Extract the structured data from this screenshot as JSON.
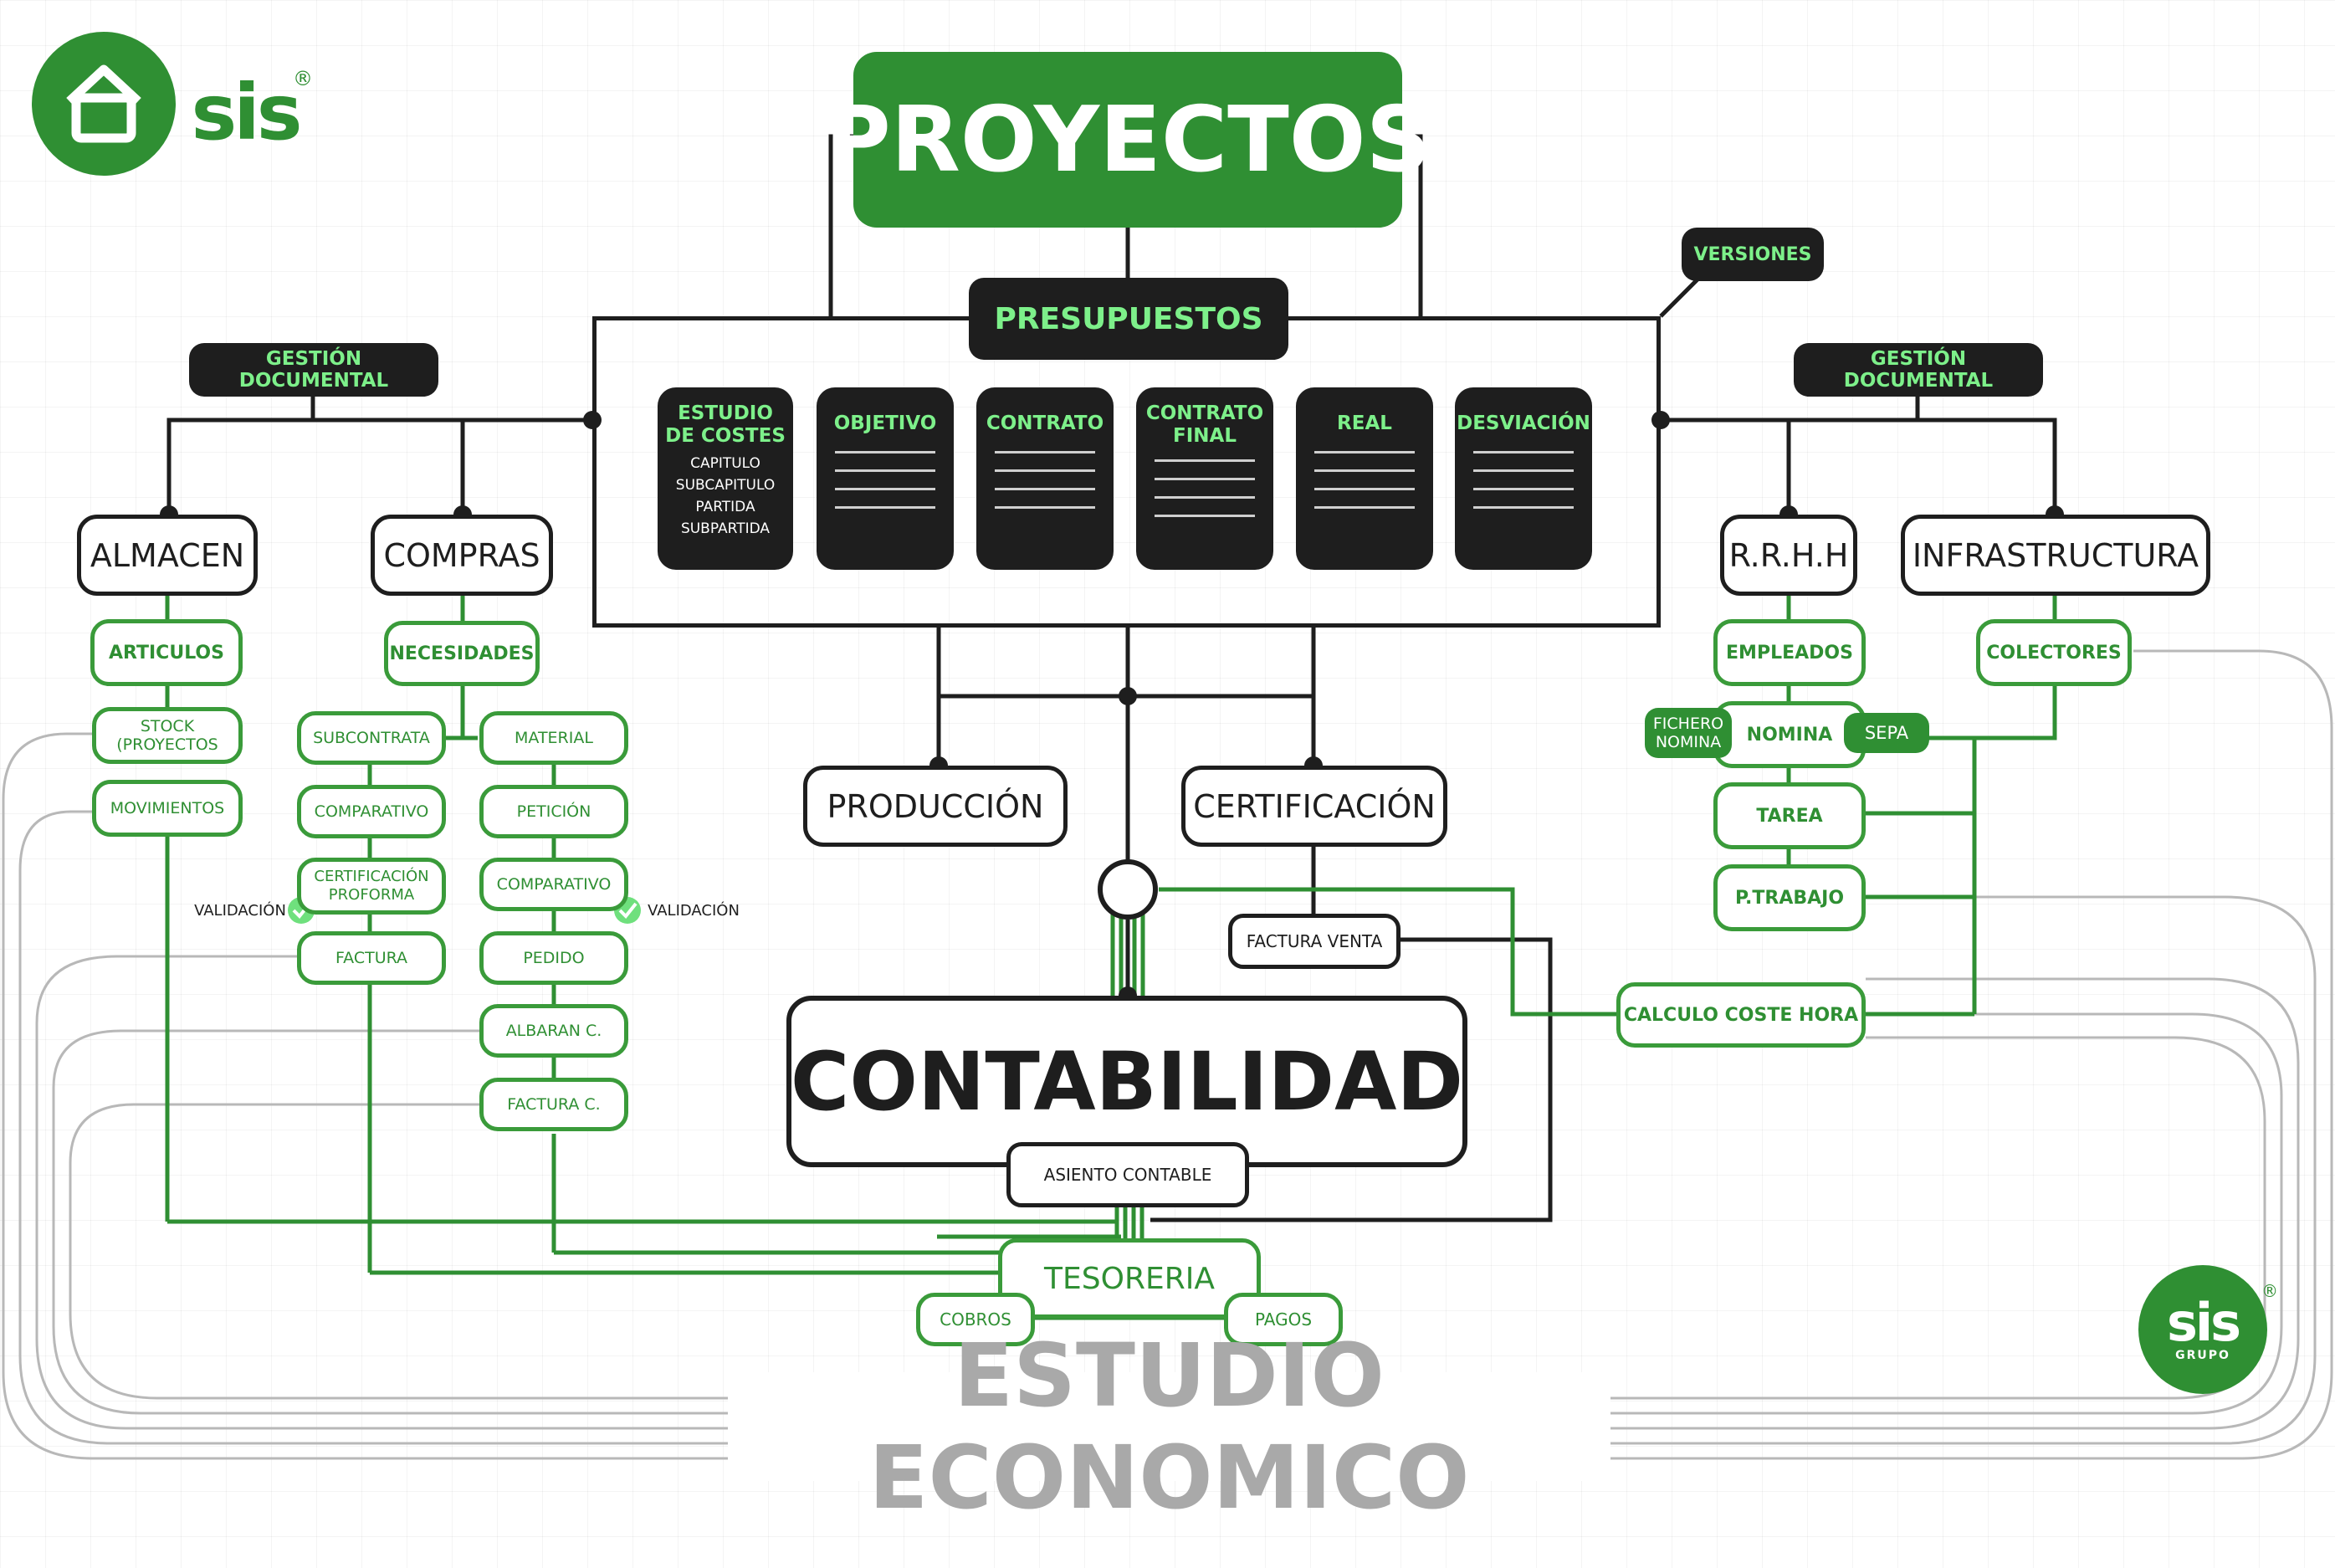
{
  "title": "PROYECTOS",
  "footer_title": "ESTUDIO ECONOMICO",
  "logo_top": {
    "brand": "sis",
    "registered": "®"
  },
  "logo_bottom": {
    "brand": "sis",
    "registered": "®",
    "subtitle": "GRUPO"
  },
  "presupuestos": {
    "label": "PRESUPUESTOS",
    "versions_label": "VERSIONES",
    "cards": [
      {
        "title_lines": [
          "ESTUDIO",
          "DE COSTES"
        ],
        "sub_items": [
          "CAPITULO",
          "SUBCAPITULO",
          "PARTIDA",
          "SUBPARTIDA"
        ]
      },
      {
        "title_lines": [
          "OBJETIVO"
        ],
        "sub_items": []
      },
      {
        "title_lines": [
          "CONTRATO"
        ],
        "sub_items": []
      },
      {
        "title_lines": [
          "CONTRATO",
          "FINAL"
        ],
        "sub_items": []
      },
      {
        "title_lines": [
          "REAL"
        ],
        "sub_items": []
      },
      {
        "title_lines": [
          "DESVIACIÓN"
        ],
        "sub_items": []
      }
    ]
  },
  "left": {
    "doc_label": "GESTIÓN DOCUMENTAL",
    "almacen": {
      "label": "ALMACEN",
      "items": [
        "ARTICULOS",
        "STOCK\n(PROYECTOS",
        "MOVIMIENTOS"
      ]
    },
    "compras": {
      "label": "COMPRAS",
      "top_item": "NECESIDADES",
      "col_a": [
        "SUBCONTRATA",
        "COMPARATIVO",
        "CERTIFICACIÓN\nPROFORMA",
        "FACTURA"
      ],
      "col_b": [
        "MATERIAL",
        "PETICIÓN",
        "COMPARATIVO",
        "PEDIDO",
        "ALBARAN C.",
        "FACTURA C."
      ],
      "validation_label": "VALIDACIÓN"
    }
  },
  "right": {
    "doc_label": "GESTIÓN DOCUMENTAL",
    "rrhh": {
      "label": "R.R.H.H",
      "items": [
        "EMPLEADOS",
        "NOMINA",
        "TAREA",
        "P.TRABAJO"
      ],
      "fichero": "FICHERO\nNOMINA",
      "sepa": "SEPA"
    },
    "infra": {
      "label": "INFRASTRUCTURA",
      "items": [
        "COLECTORES"
      ]
    },
    "calculo": "CALCULO COSTE HORA"
  },
  "center": {
    "produccion": "PRODUCCIÓN",
    "certificacion": "CERTIFICACIÓN",
    "factura_venta": "FACTURA VENTA",
    "contabilidad": "CONTABILIDAD",
    "asiento": "ASIENTO CONTABLE",
    "tesoreria": "TESORERIA",
    "cobros": "COBROS",
    "pagos": "PAGOS"
  },
  "colors": {
    "green": "#2f8f33",
    "bright_green": "#7df08a",
    "dark": "#1e1e1e",
    "gray_line": "#b8b8b8",
    "footer_gray": "#a9a9a9"
  }
}
